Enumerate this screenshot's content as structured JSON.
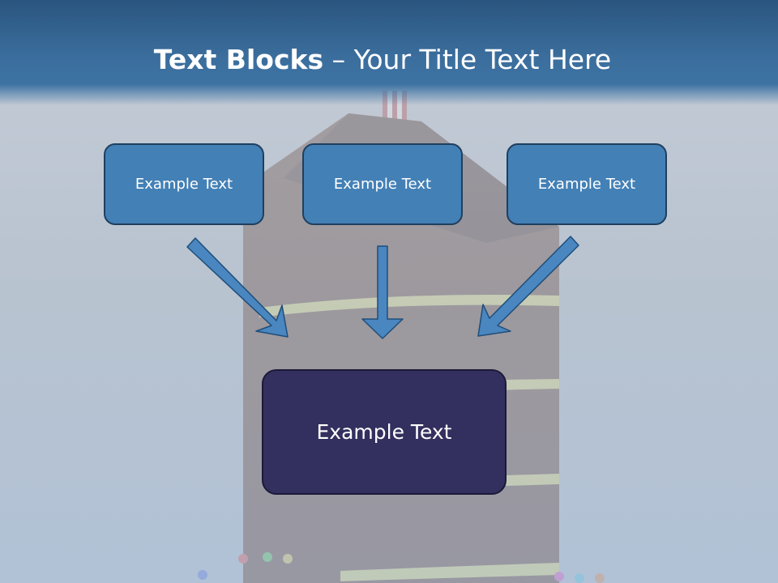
{
  "slide": {
    "title_bold": "Text Blocks",
    "title_dash": " – ",
    "title_rest": "Your Title Text Here"
  },
  "blocks": [
    {
      "label": "Example Text"
    },
    {
      "label": "Example Text"
    },
    {
      "label": "Example Text"
    }
  ],
  "main_block": {
    "label": "Example Text"
  },
  "colors": {
    "banner": "#3b6e9d",
    "block_fill": "#4380b6",
    "main_fill": "#33305f",
    "arrow_fill": "#4a86bf"
  },
  "icons": {
    "background": "cake-slice-illustration",
    "arrows": [
      "arrow-down-right-icon",
      "arrow-down-icon",
      "arrow-down-left-icon"
    ]
  }
}
